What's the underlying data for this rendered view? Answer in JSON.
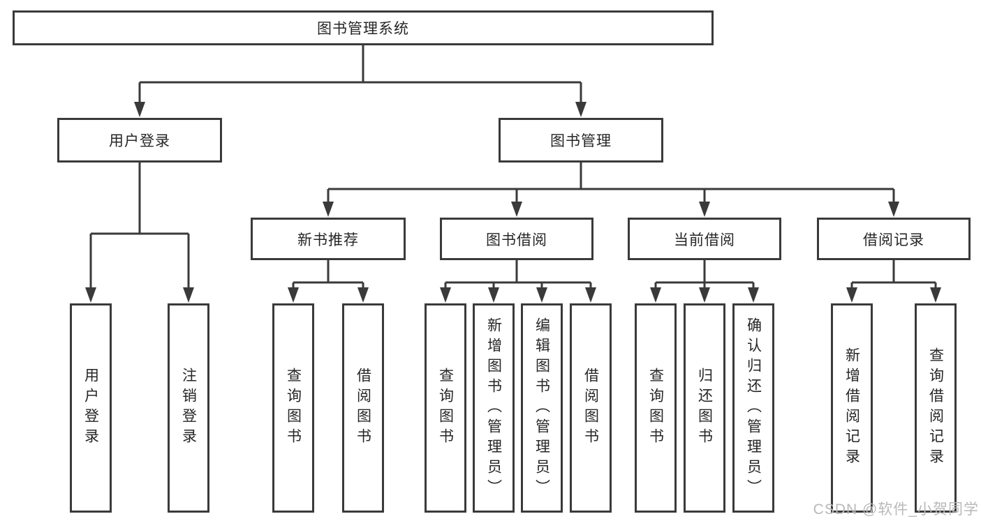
{
  "diagram": {
    "root": {
      "label": "图书管理系统"
    },
    "branches": [
      {
        "label": "用户登录",
        "children": [
          {
            "label": "用户登录"
          },
          {
            "label": "注销登录"
          }
        ]
      },
      {
        "label": "图书管理",
        "children": [
          {
            "label": "新书推荐",
            "children": [
              {
                "label": "查询图书"
              },
              {
                "label": "借阅图书"
              }
            ]
          },
          {
            "label": "图书借阅",
            "children": [
              {
                "label": "查询图书"
              },
              {
                "label": "新增图书（管理员）"
              },
              {
                "label": "编辑图书（管理员）"
              },
              {
                "label": "借阅图书"
              }
            ]
          },
          {
            "label": "当前借阅",
            "children": [
              {
                "label": "查询图书"
              },
              {
                "label": "归还图书"
              },
              {
                "label": "确认归还（管理员）"
              }
            ]
          },
          {
            "label": "借阅记录",
            "children": [
              {
                "label": "新增借阅记录"
              },
              {
                "label": "查询借阅记录"
              }
            ]
          }
        ]
      }
    ]
  },
  "watermark": {
    "text": "CSDN @软件_小贺同学"
  },
  "colors": {
    "line": "#3a3a3a",
    "text": "#262626",
    "box_background": "#ffffff",
    "watermark": "#b9b9b9"
  }
}
